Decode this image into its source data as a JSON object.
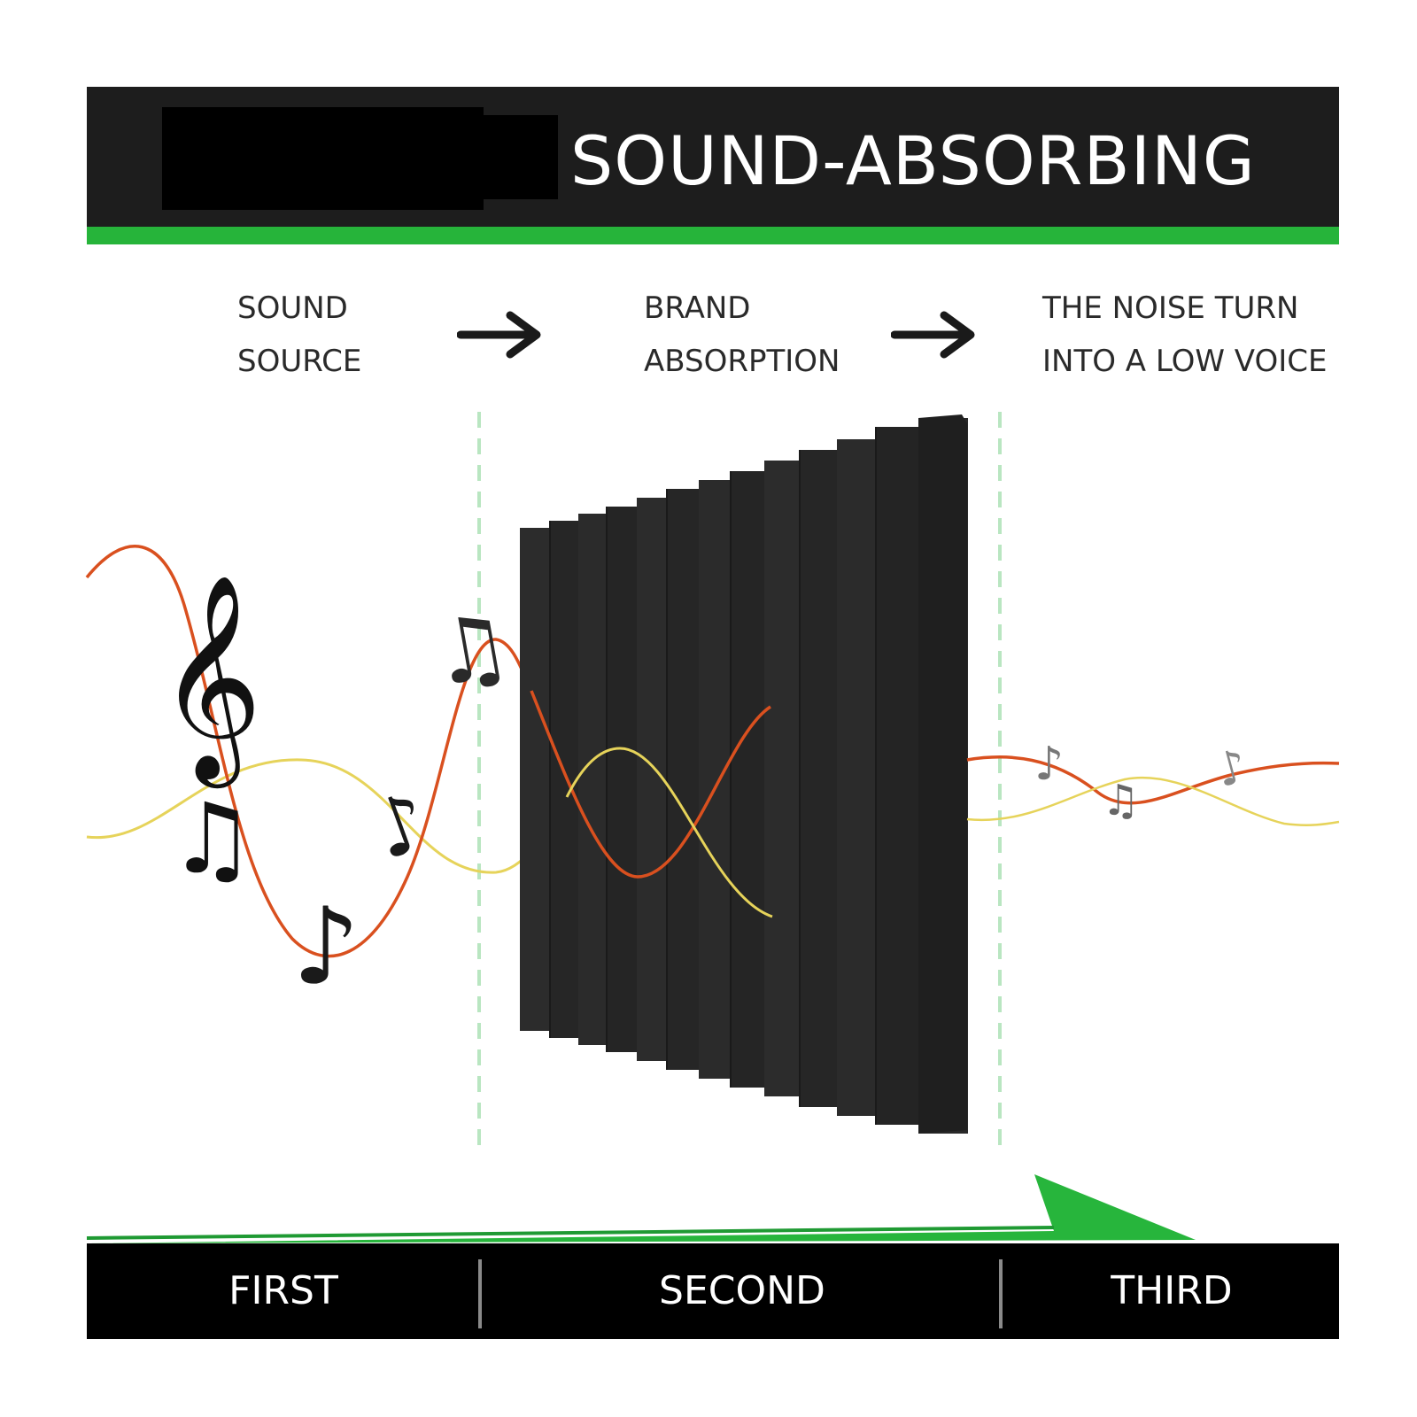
{
  "header": {
    "title": "SOUND-ABSORBING",
    "colors": {
      "bar": "#1d1d1d",
      "accent": "#26b43a"
    }
  },
  "steps": [
    {
      "line1": "SOUND",
      "line2": "SOURCE"
    },
    {
      "line1": "BRAND",
      "line2": "ABSORPTION"
    },
    {
      "line1": "THE NOISE TURN",
      "line2": "INTO A LOW VOICE"
    }
  ],
  "stages": [
    "FIRST",
    "SECOND",
    "THIRD"
  ],
  "wave_colors": {
    "primary": "#d9501f",
    "secondary": "#e6d35a"
  },
  "icons": [
    "arrow-right-icon",
    "treble-clef-icon",
    "music-note-icon",
    "acoustic-panel-icon",
    "progress-arrow-icon"
  ]
}
